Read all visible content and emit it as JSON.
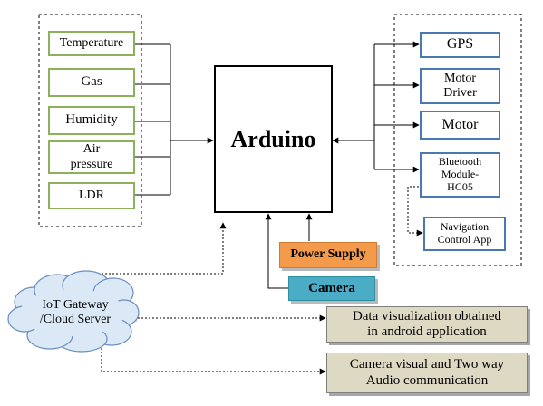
{
  "hub": "Arduino",
  "sensors": [
    "Temperature",
    "Gas",
    "Humidity",
    "Air\npressure",
    "LDR"
  ],
  "outputs": [
    "GPS",
    "Motor\nDriver",
    "Motor",
    "Bluetooth\nModule-\nHC05"
  ],
  "navigation_app": "Navigation\nControl App",
  "power_supply": "Power Supply",
  "camera": "Camera",
  "cloud": "IoT Gateway\n/Cloud Server",
  "apps": [
    "Data visualization obtained\nin android application",
    "Camera visual and Two way\nAudio communication"
  ],
  "colors": {
    "sensor_border": "#8db15a",
    "output_border": "#4a78b0",
    "power_fill": "#f49b4b",
    "camera_fill": "#4bacc6",
    "cloud_fill": "#dbe9f6",
    "app_fill": "#ddd9c3"
  }
}
